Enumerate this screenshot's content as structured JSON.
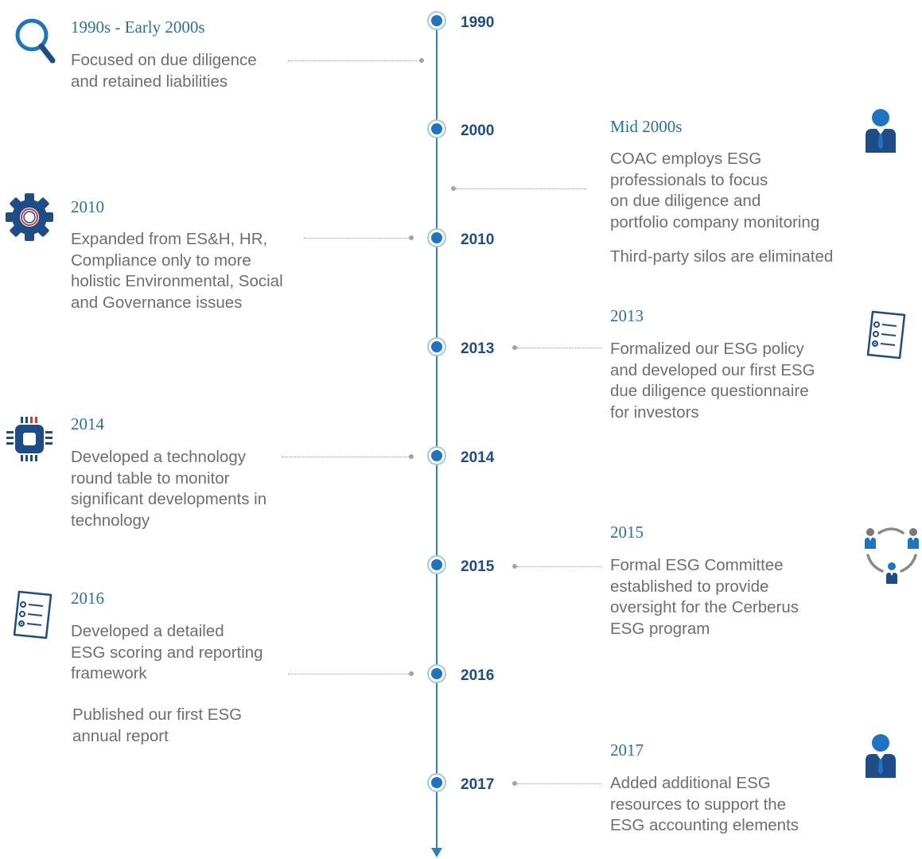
{
  "timeline": {
    "years": [
      "1990",
      "2000",
      "2010",
      "2013",
      "2014",
      "2015",
      "2016",
      "2017"
    ]
  },
  "events": [
    {
      "title": "1990s - Early 2000s",
      "lines": [
        "Focused on due diligence",
        "and retained liabilities"
      ],
      "icon": "magnifier-icon"
    },
    {
      "title": "Mid 2000s",
      "lines": [
        "COAC employs ESG",
        "professionals to focus",
        "on due diligence and",
        "portfolio company monitoring"
      ],
      "extra": "Third-party silos are eliminated",
      "icon": "person-icon"
    },
    {
      "title": "2010",
      "lines": [
        "Expanded from ES&H, HR,",
        "Compliance only to more",
        "holistic Environmental, Social",
        "and Governance issues"
      ],
      "icon": "gear-icon"
    },
    {
      "title": "2013",
      "lines": [
        "Formalized our ESG policy",
        "and developed our first ESG",
        "due diligence questionnaire",
        "for investors"
      ],
      "icon": "checklist-icon"
    },
    {
      "title": "2014",
      "lines": [
        "Developed a technology",
        "round table to monitor",
        "significant developments in",
        "technology"
      ],
      "icon": "chip-icon"
    },
    {
      "title": "2015",
      "lines": [
        "Formal ESG Committee",
        "established to provide",
        "oversight for the Cerberus",
        "ESG program"
      ],
      "icon": "team-icon"
    },
    {
      "title": "2016",
      "lines": [
        "Developed a detailed",
        "ESG scoring and reporting",
        "framework"
      ],
      "extra_lines": [
        "Published our first ESG",
        "annual report"
      ],
      "icon": "checklist-icon"
    },
    {
      "title": "2017",
      "lines": [
        "Added additional ESG",
        "resources to support the",
        "ESG accounting elements"
      ],
      "icon": "person-icon"
    }
  ],
  "colors": {
    "accent": "#1e74c4",
    "navy": "#1d4c86",
    "title": "#2b6fa6",
    "text": "#6e6e6e",
    "axis": "#2f7fc1",
    "red": "#d23a3a"
  }
}
